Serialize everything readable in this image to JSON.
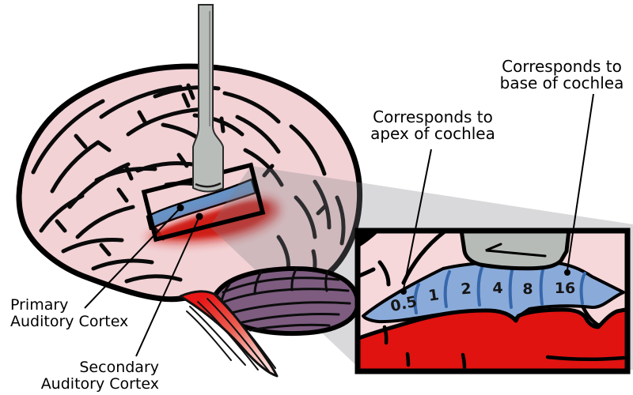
{
  "labels": {
    "primary_cortex": {
      "line1": "Primary",
      "line2": "Auditory Cortex"
    },
    "secondary_cortex": {
      "line1": "Secondary",
      "line2": "Auditory Cortex"
    },
    "apex_callout": {
      "line1": "Corresponds to",
      "line2": "apex of cochlea"
    },
    "base_callout": {
      "line1": "Corresponds to",
      "line2": "base of cochlea"
    }
  },
  "inset": {
    "frequencies": [
      "0.5",
      "1",
      "2",
      "4",
      "8",
      "16"
    ]
  },
  "colors": {
    "brain_pink": "#f2d2d5",
    "inset_pink": "#f6d7da",
    "cortex_blue": "#6792c5",
    "inset_band_blue": "#8aabda",
    "divider_blue": "#3767ab",
    "cortex_red": "#cf1a12",
    "inset_red": "#e01310",
    "cerebellum_purple": "#7d5c80",
    "brainstem_red": "#e81616",
    "probe_gray": "#b9bdb9",
    "beam_gray": "#d8d8da",
    "outline_black": "#000000"
  }
}
